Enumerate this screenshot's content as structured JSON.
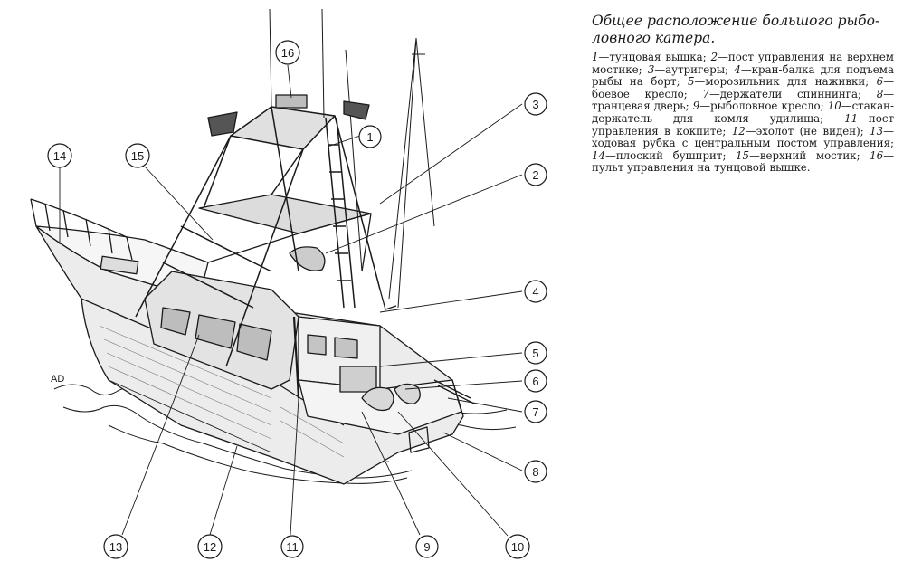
{
  "figure": {
    "title": "Общее расположение большого рыбо-ловного катера.",
    "legend": [
      {
        "n": "1",
        "text": "тунцовая вышка"
      },
      {
        "n": "2",
        "text": "пост управления на верхнем мостике"
      },
      {
        "n": "3",
        "text": "аутригеры"
      },
      {
        "n": "4",
        "text": "кран-балка для подъема рыбы на борт"
      },
      {
        "n": "5",
        "text": "морозильник для наживки"
      },
      {
        "n": "6",
        "text": "боевое кресло"
      },
      {
        "n": "7",
        "text": "держатели спиннинга"
      },
      {
        "n": "8",
        "text": "транцевая дверь"
      },
      {
        "n": "9",
        "text": "рыболовное кресло"
      },
      {
        "n": "10",
        "text": "стакан-держатель для комля удилища"
      },
      {
        "n": "11",
        "text": "пост управления в кокпите"
      },
      {
        "n": "12",
        "text": "эхолот (не виден)"
      },
      {
        "n": "13",
        "text": "ходовая рубка с центральным постом управления"
      },
      {
        "n": "14",
        "text": "плоский бушприт"
      },
      {
        "n": "15",
        "text": "верхний мостик"
      },
      {
        "n": "16",
        "text": "пульт управления на тунцовой вышке"
      }
    ]
  },
  "callouts": [
    "1",
    "2",
    "3",
    "4",
    "5",
    "6",
    "7",
    "8",
    "9",
    "10",
    "11",
    "12",
    "13",
    "14",
    "15",
    "16"
  ],
  "illustration": {
    "artist_mark": "AD"
  },
  "colors": {
    "ink": "#1a1a1a",
    "paper": "#ffffff",
    "shade": "#7a7a7a"
  }
}
